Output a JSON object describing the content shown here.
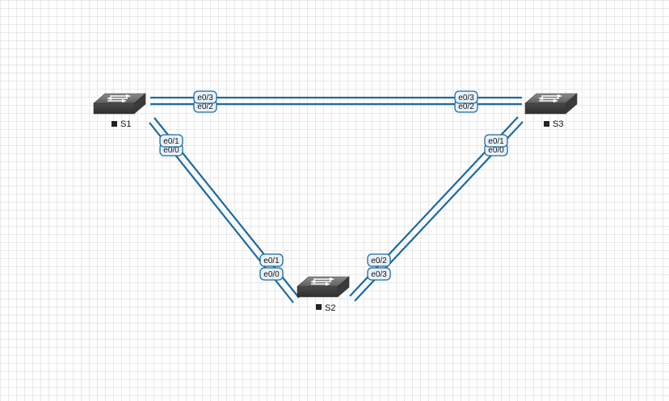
{
  "topology": {
    "nodes": [
      {
        "id": "S1",
        "label": "S1",
        "icon": "switch-icon"
      },
      {
        "id": "S2",
        "label": "S2",
        "icon": "switch-icon"
      },
      {
        "id": "S3",
        "label": "S3",
        "icon": "switch-icon"
      }
    ],
    "links": [
      {
        "from": "S1",
        "from_port": "e0/3",
        "to": "S3",
        "to_port": "e0/3"
      },
      {
        "from": "S1",
        "from_port": "e0/2",
        "to": "S3",
        "to_port": "e0/2"
      },
      {
        "from": "S1",
        "from_port": "e0/1",
        "to": "S2",
        "to_port": "e0/1"
      },
      {
        "from": "S1",
        "from_port": "e0/0",
        "to": "S2",
        "to_port": "e0/0"
      },
      {
        "from": "S2",
        "from_port": "e0/2",
        "to": "S3",
        "to_port": "e0/1"
      },
      {
        "from": "S2",
        "from_port": "e0/3",
        "to": "S3",
        "to_port": "e0/0"
      }
    ],
    "link_color": "#1a6aa5"
  }
}
